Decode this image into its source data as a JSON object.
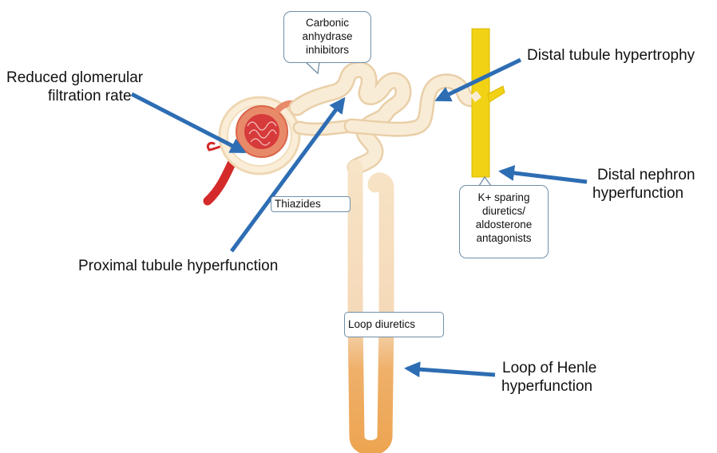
{
  "labels": {
    "reduced_gfr": [
      "Reduced glomerular",
      "filtration rate"
    ],
    "distal_tubule_hypertrophy": "Distal tubule hypertrophy",
    "distal_nephron_hyperfunction": [
      "Distal nephron",
      "hyperfunction"
    ],
    "proximal_tubule_hyperfunction": "Proximal tubule hyperfunction",
    "loop_of_henle_hyperfunction": [
      "Loop of Henle",
      "hyperfunction"
    ]
  },
  "drug_callouts": {
    "carbonic_anhydrase": [
      "Carbonic",
      "anhydrase",
      "inhibitors"
    ],
    "thiazides": "Thiazides",
    "k_sparing": [
      "K+ sparing",
      "diuretics/",
      "aldosterone",
      "antagonists"
    ],
    "loop_diuretics": "Loop diuretics"
  },
  "colors": {
    "arrow": "#2d6db3",
    "tubule": "#f7e6c8",
    "tubule_outline": "#e9cfa8",
    "collecting_duct": "#f2d214",
    "loop_lower": "#eda552",
    "vessel": "#d42a2a",
    "glomerulus": "#e8896a"
  }
}
